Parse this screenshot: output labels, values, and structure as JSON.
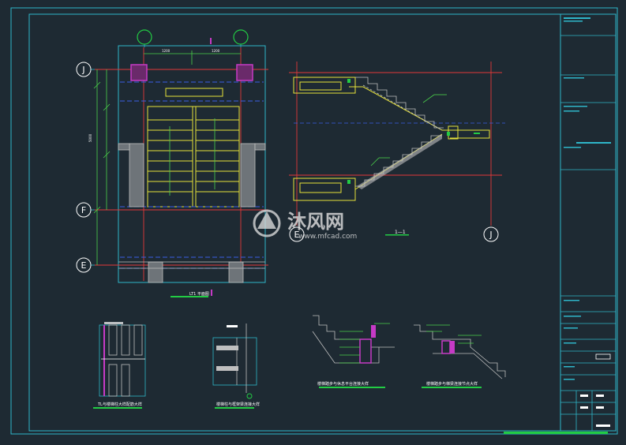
{
  "drawing": {
    "plan_title": "LT1 平面图",
    "section_label": "1—1",
    "section_marker": "1",
    "detail_1_title": "TL与楼梯柱大样配筋大样",
    "detail_2_title": "楼梯柱与框架梁连接大样",
    "detail_3_title": "楼梯踏步与休息平台连接大样",
    "detail_4_title": "楼梯踏步与梯梁连接节点大样"
  },
  "axes": {
    "left_top": "J",
    "left_mid": "F",
    "left_bot": "E",
    "section_left": "E",
    "section_right": "J",
    "top_left": "",
    "top_right": ""
  },
  "dimensions": {
    "top_left": "1200",
    "top_right": "1200",
    "total": "5000"
  },
  "watermark": {
    "brand": "沐风网",
    "url": "www.mfcad.com"
  },
  "colors": {
    "background": "#1e2a33",
    "frame": "#2fb6c9",
    "stair": "#e7e23a",
    "grid_axis": "#e23838",
    "title_underline": "#22cc44",
    "column": "#c63ac6",
    "concrete": "#bfbfbf",
    "dimension": "#4ad24a",
    "hidden": "#3a5ee6"
  }
}
